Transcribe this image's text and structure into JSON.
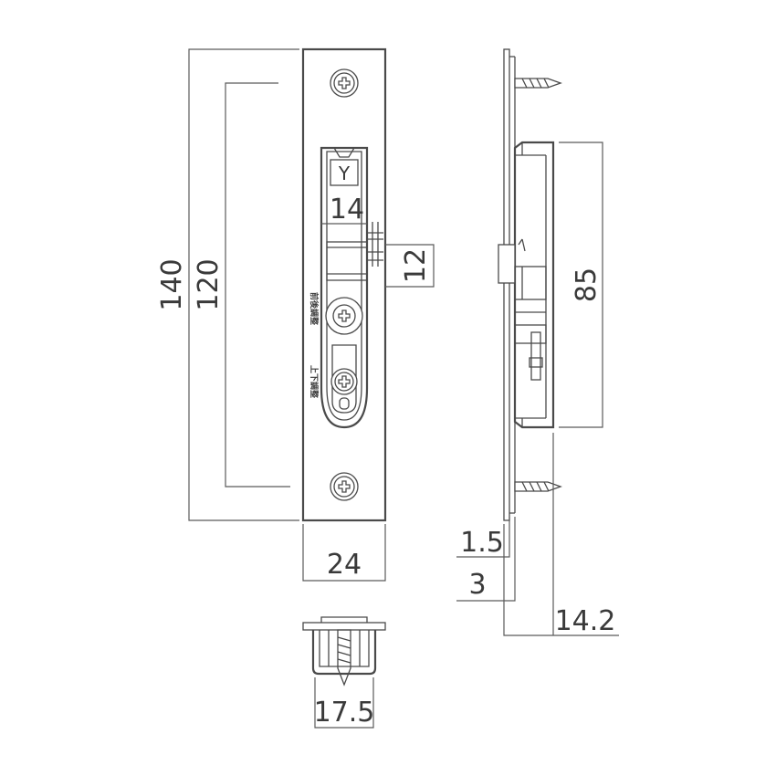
{
  "dimensions": {
    "overall_height": "140",
    "screw_spacing": "120",
    "faceplate_width": "24",
    "bolt_width": "14",
    "bolt_projection": "12",
    "body_depth": "85",
    "plate_thickness": "1.5",
    "plate_offset": "3",
    "overall_depth": "14.2",
    "bolt_section_width": "17.5"
  },
  "labels": {
    "y_mark": "Y",
    "upper_adjust": "前後調整",
    "lower_adjust": "上下調整"
  }
}
